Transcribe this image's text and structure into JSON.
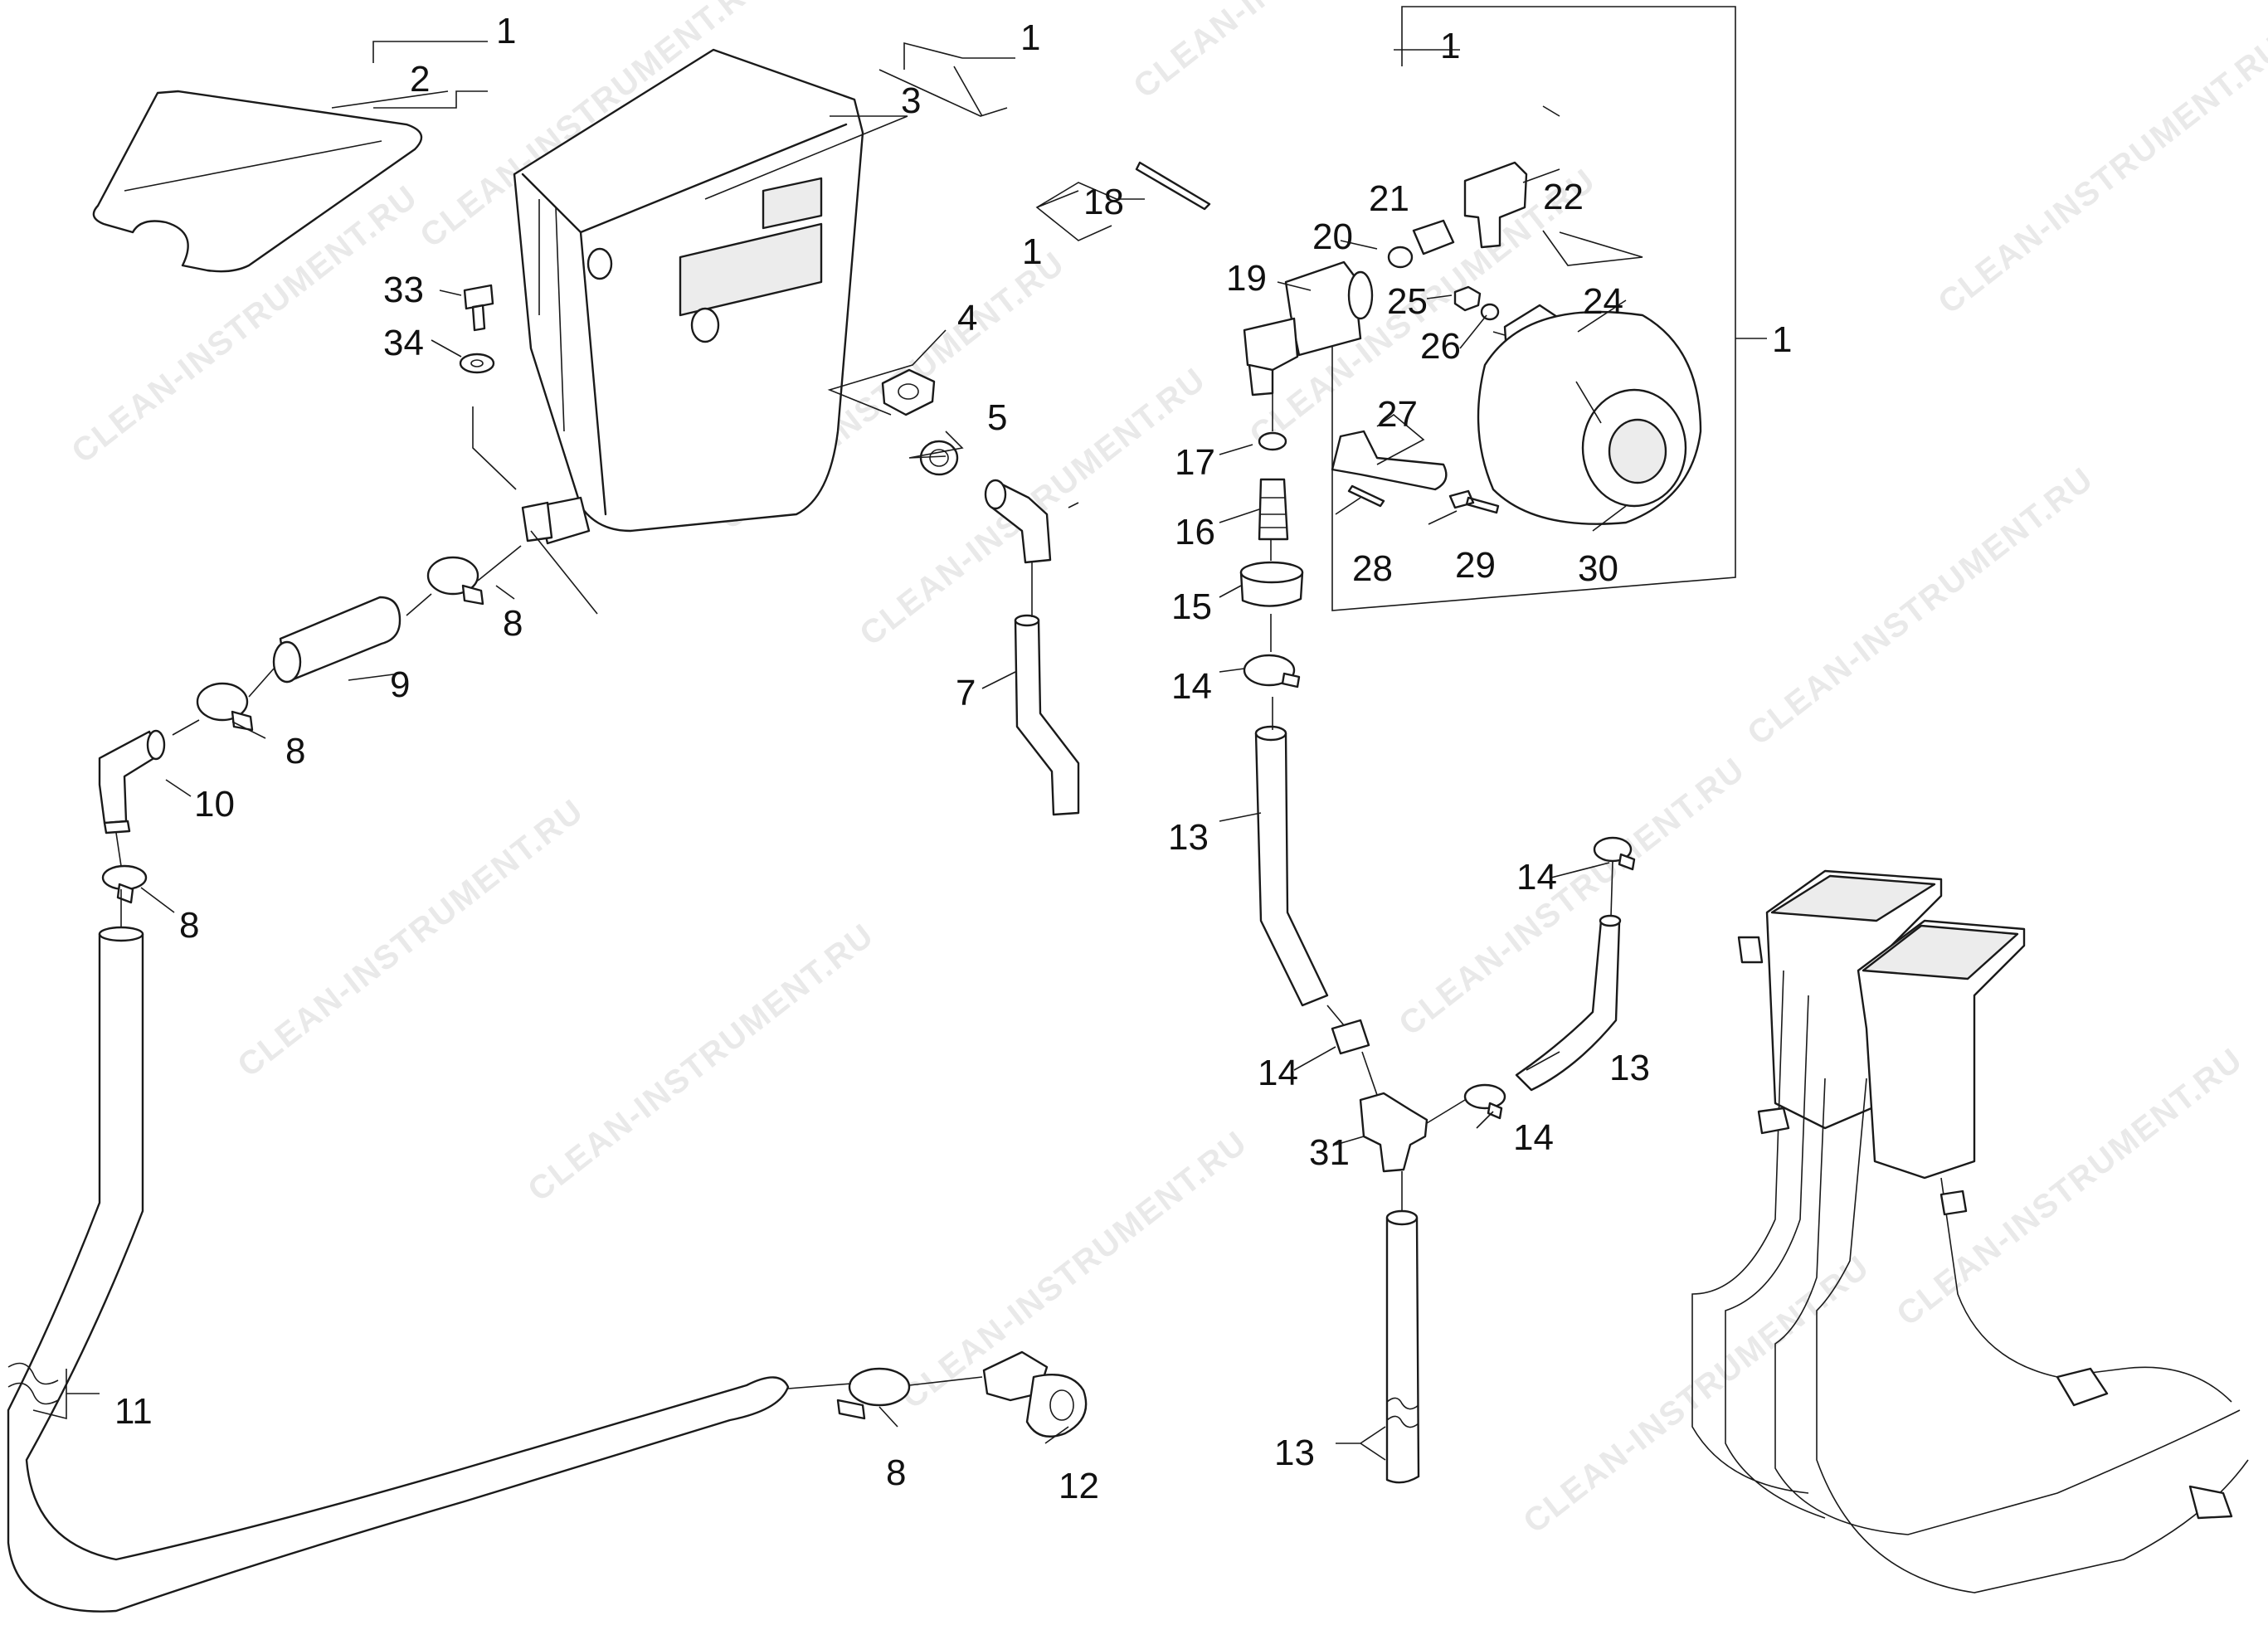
{
  "watermark": "CLEAN-INSTRUMENT.RU",
  "callouts": {
    "c1a": "1",
    "c2": "2",
    "c1b": "1",
    "c3": "3",
    "c1c": "1",
    "c18": "18",
    "c1d": "1",
    "c1e": "1",
    "c21": "21",
    "c22": "22",
    "c20": "20",
    "c19": "19",
    "c25": "25",
    "c24": "24",
    "c26": "26",
    "c1f": "1",
    "c33": "33",
    "c34": "34",
    "c4": "4",
    "c5": "5",
    "c27": "27",
    "c17": "17",
    "c16": "16",
    "c28": "28",
    "c29": "29",
    "c30": "30",
    "c15": "15",
    "c8a": "8",
    "c9": "9",
    "c14a": "14",
    "c7": "7",
    "c8b": "8",
    "c10": "10",
    "c13a": "13",
    "c8c": "8",
    "c14b": "14",
    "c14c": "14",
    "c13b": "13",
    "c31": "31",
    "c14d": "14",
    "c11": "11",
    "c8d": "8",
    "c12": "12",
    "c13c": "13"
  }
}
